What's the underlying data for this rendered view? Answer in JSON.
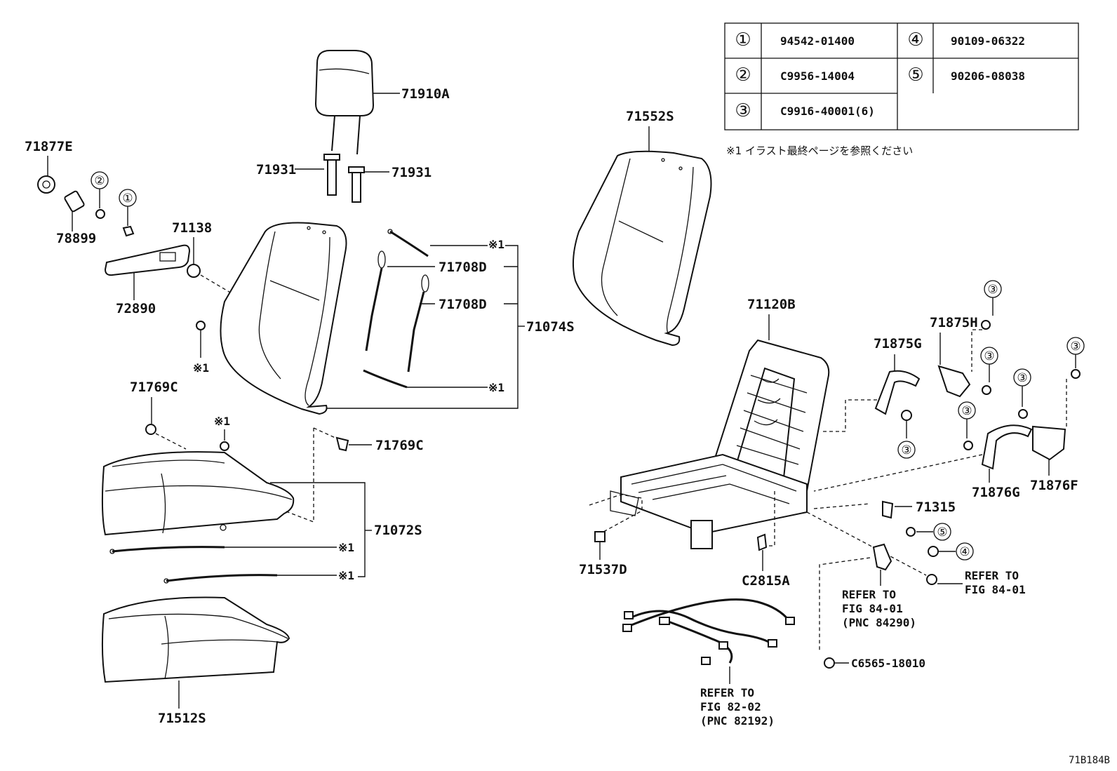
{
  "legend": {
    "rows": [
      {
        "key": "1",
        "code": "94542-01400"
      },
      {
        "key": "2",
        "code": "C9956-14004"
      },
      {
        "key": "3",
        "code": "C9916-40001(6)"
      },
      {
        "key": "4",
        "code": "90109-06322"
      },
      {
        "key": "5",
        "code": "90206-08038"
      }
    ],
    "note": "※1 イラスト最終ページを参照ください"
  },
  "markers": {
    "one": "①",
    "two": "②",
    "three": "③",
    "four": "④",
    "five": "⑤",
    "ref1": "※1",
    "ref_small": "※1"
  },
  "parts": {
    "p71910A": "71910A",
    "p71931": "71931",
    "p71877E": "71877E",
    "p78899": "78899",
    "p71138": "71138",
    "p72890": "72890",
    "p71708D": "71708D",
    "p71074S": "71074S",
    "p71552S": "71552S",
    "p71769C": "71769C",
    "p71072S": "71072S",
    "p71512S": "71512S",
    "p71120B": "71120B",
    "p71875H": "71875H",
    "p71875G": "71875G",
    "p71876G": "71876G",
    "p71876F": "71876F",
    "p71315": "71315",
    "p71537D": "71537D",
    "pC2815A": "C2815A",
    "pC6565": "C6565-18010"
  },
  "refs": {
    "r1": [
      "REFER TO",
      "FIG 84-01"
    ],
    "r2": [
      "REFER TO",
      "FIG 84-01",
      "(PNC 84290)"
    ],
    "r3": [
      "REFER TO",
      "FIG 82-02",
      "(PNC 82192)"
    ]
  },
  "figure_id": "71B184B"
}
